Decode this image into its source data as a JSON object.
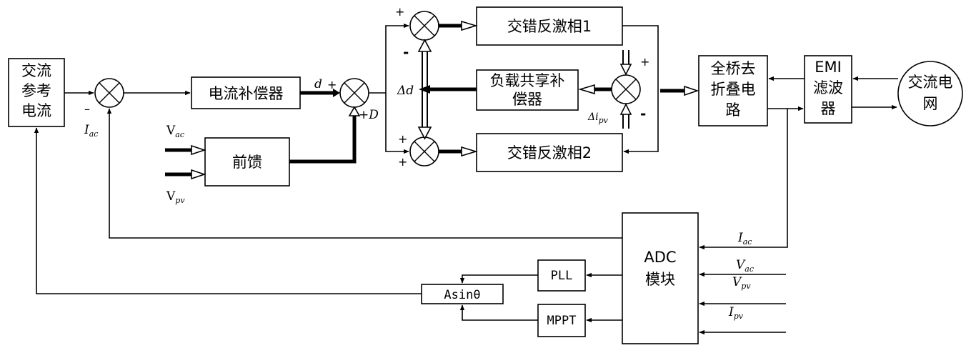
{
  "blocks": {
    "ac_ref": [
      "交流",
      "参考",
      "电流"
    ],
    "current_comp": "电流补偿器",
    "feedforward": "前馈",
    "flyback1": "交错反激相1",
    "flyback2": "交错反激相2",
    "load_share": [
      "负载共享补",
      "偿器"
    ],
    "unfold": [
      "全桥去",
      "折叠电",
      "路"
    ],
    "emi": [
      "EMI",
      "滤波",
      "器"
    ],
    "grid": [
      "交流电",
      "网"
    ],
    "adc": [
      "ADC",
      "模块"
    ],
    "pll": "PLL",
    "mppt": "MPPT",
    "asin": "Asinθ"
  },
  "labels": {
    "iac_fb": {
      "main": "I",
      "sub": "ac"
    },
    "vac_in": {
      "main": "V",
      "sub": "ac"
    },
    "vpv_in": {
      "main": "V",
      "sub": "pv"
    },
    "d": "d",
    "plus_d": "+D",
    "delta_d": "Δd",
    "delta_ipv": {
      "main": "Δi",
      "sub": "pv"
    },
    "adc_iac": {
      "main": "I",
      "sub": "ac"
    },
    "adc_vac": {
      "main": "V",
      "sub": "ac"
    },
    "adc_vpv": {
      "main": "V",
      "sub": "pv"
    },
    "adc_ipv": {
      "main": "I",
      "sub": "pv"
    }
  },
  "signs": {
    "sum1_minus": "–",
    "sum2_plus": "+",
    "sum_top_plus": "+",
    "sum_top_minus": "-",
    "sum_bot_plus1": "+",
    "sum_bot_plus2": "+",
    "sum_ls_plus": "+",
    "sum_ls_minus": "-"
  }
}
